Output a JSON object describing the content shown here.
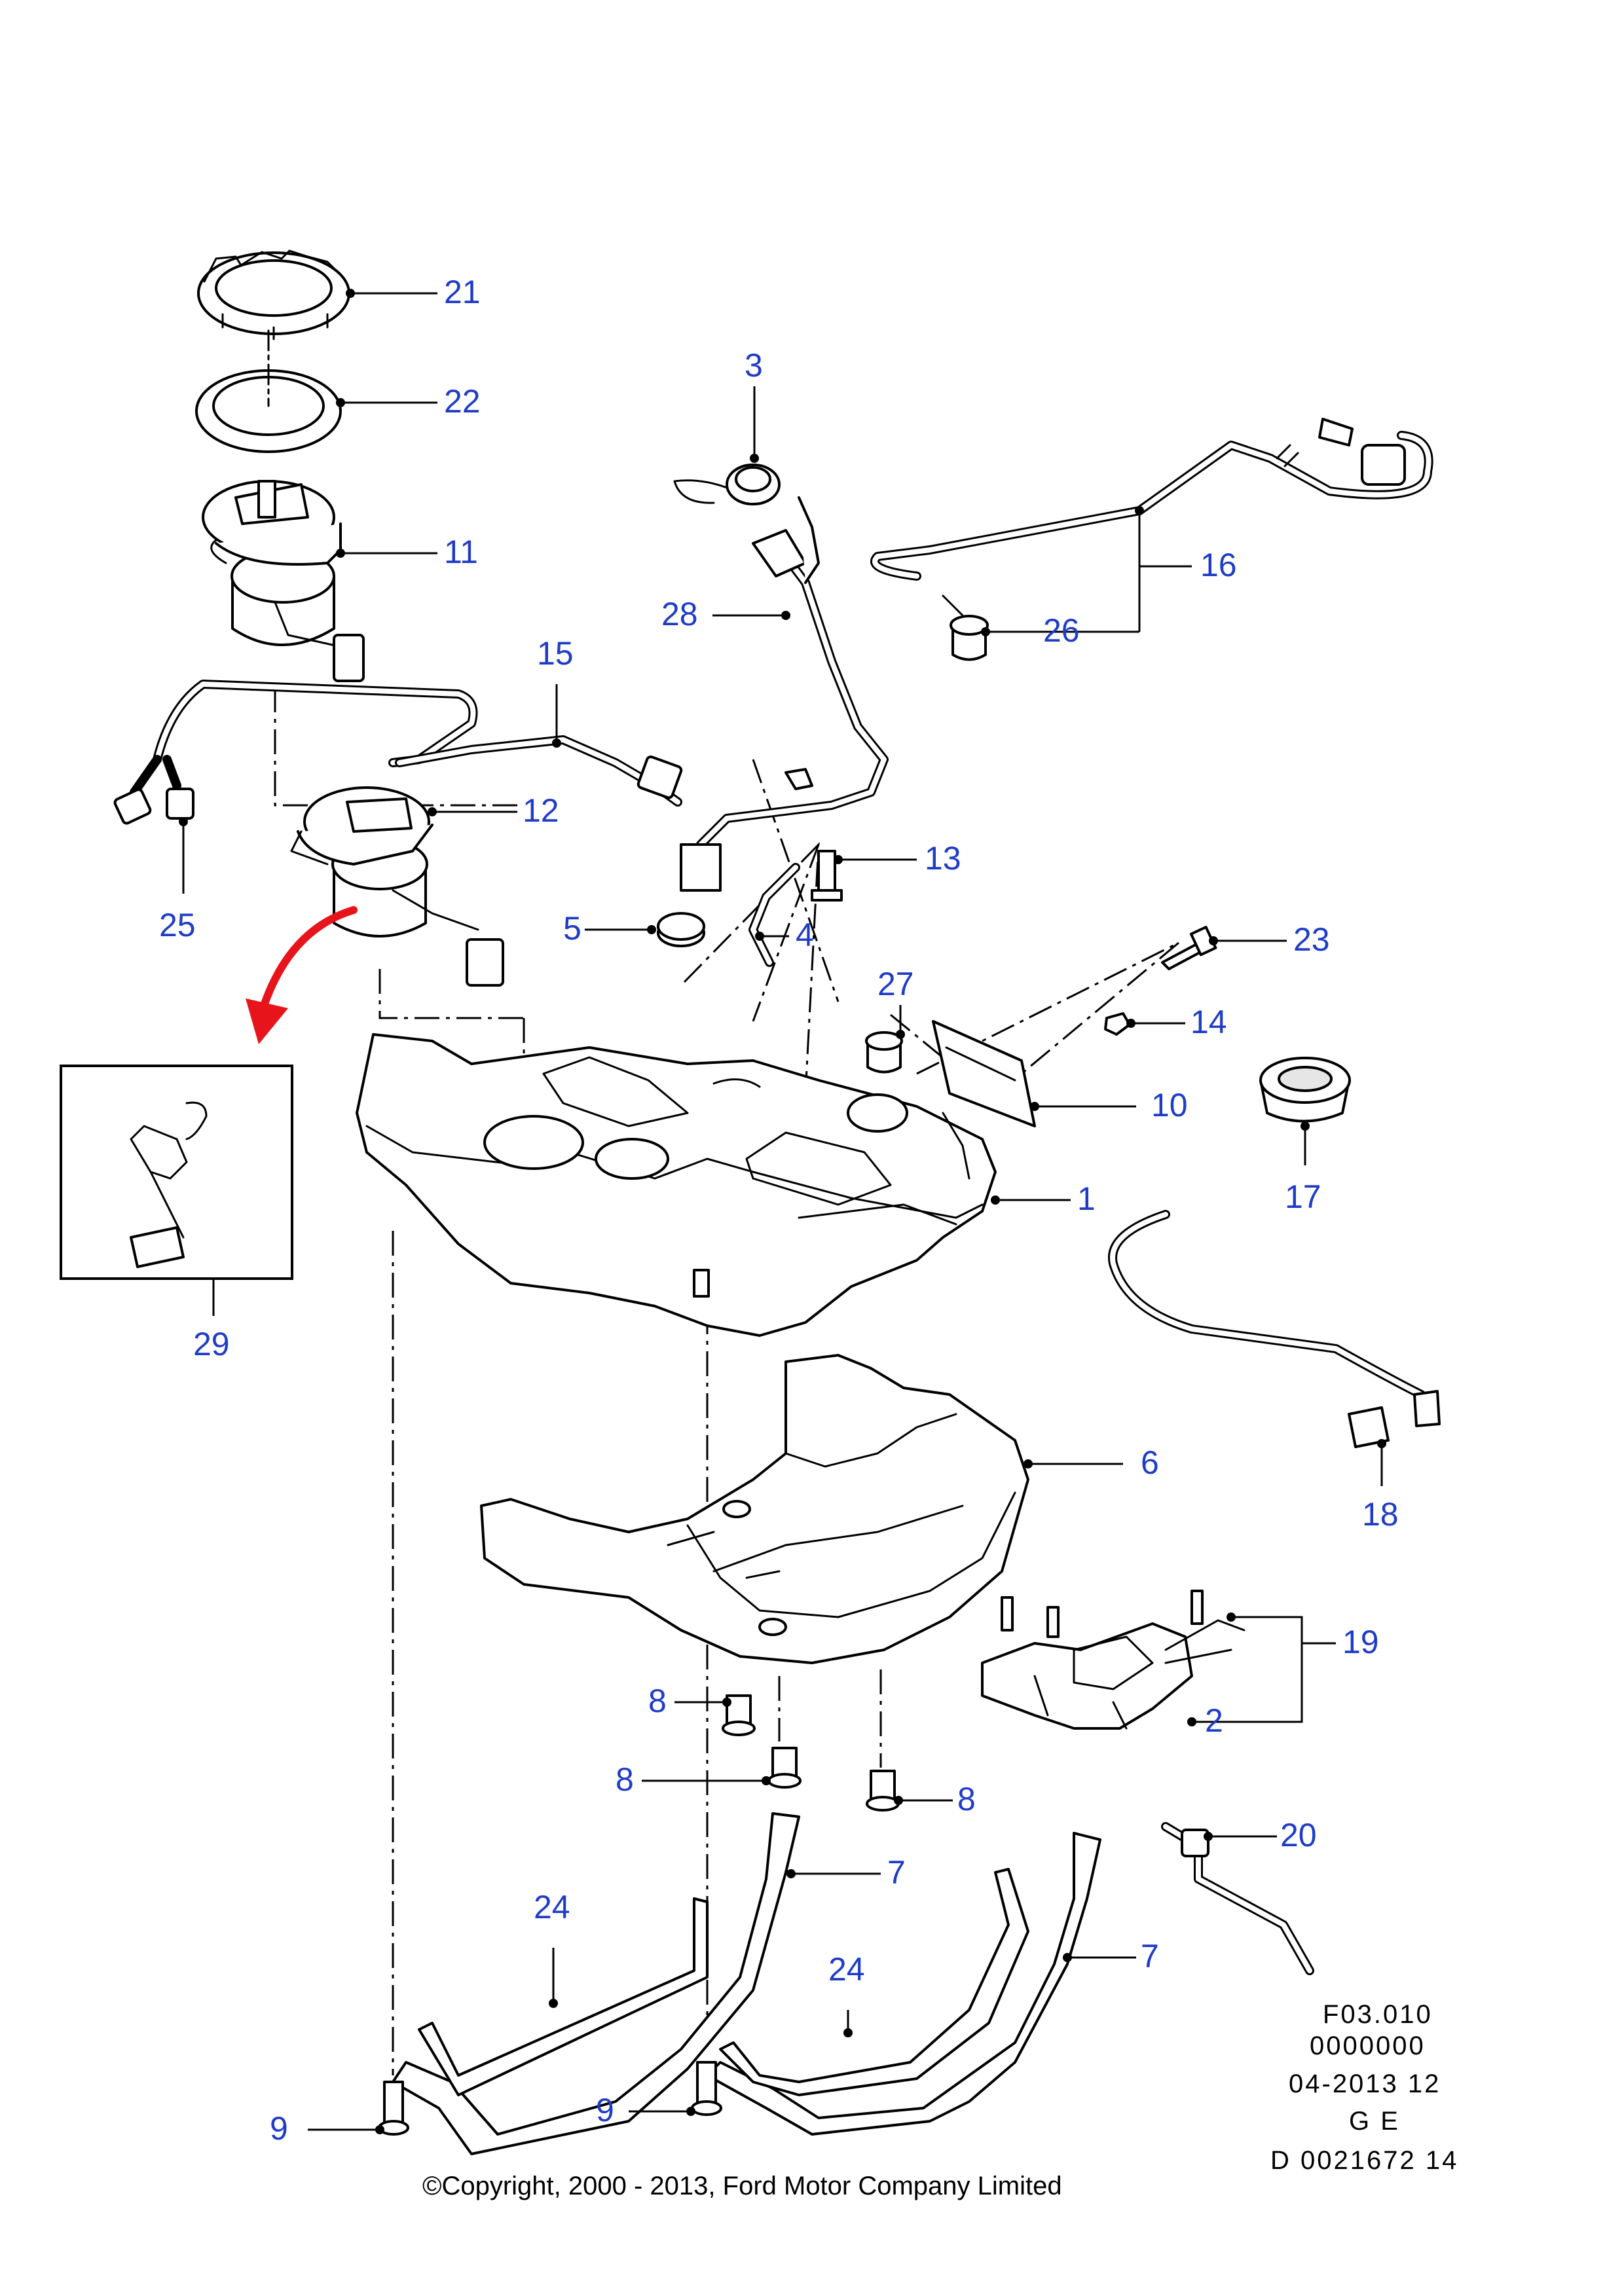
{
  "callouts": {
    "c1": "1",
    "c2": "2",
    "c3": "3",
    "c4": "4",
    "c5": "5",
    "c6": "6",
    "c7a": "7",
    "c7b": "7",
    "c8a": "8",
    "c8b": "8",
    "c8c": "8",
    "c9a": "9",
    "c9b": "9",
    "c10": "10",
    "c11": "11",
    "c12": "12",
    "c13": "13",
    "c14": "14",
    "c15": "15",
    "c16": "16",
    "c17": "17",
    "c18": "18",
    "c19": "19",
    "c20": "20",
    "c21": "21",
    "c22": "22",
    "c23": "23",
    "c24a": "24",
    "c24b": "24",
    "c25": "25",
    "c26": "26",
    "c27": "27",
    "c28": "28",
    "c29": "29"
  },
  "reference": {
    "line1": "F03.010",
    "line2": "0000000",
    "line3": "04-2013 12",
    "line4": "G E",
    "line5": "D 0021672 14"
  },
  "copyright": "©Copyright, 2000 - 2013, Ford Motor Company Limited",
  "colors": {
    "callout": "#1f3cc7",
    "arrow": "#e8141b",
    "line": "#000000"
  }
}
